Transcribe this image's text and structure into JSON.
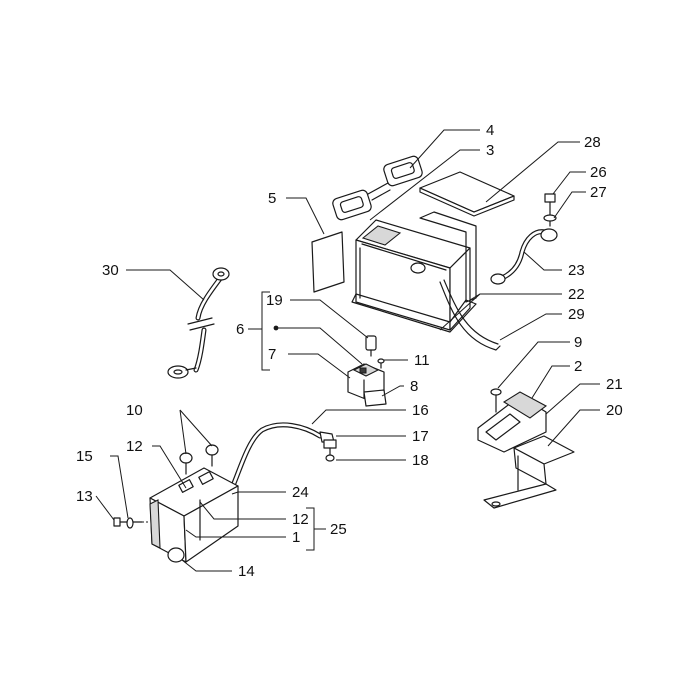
{
  "callouts": [
    {
      "id": "c4",
      "label": "4"
    },
    {
      "id": "c3",
      "label": "3"
    },
    {
      "id": "c28",
      "label": "28"
    },
    {
      "id": "c26",
      "label": "26"
    },
    {
      "id": "c27",
      "label": "27"
    },
    {
      "id": "c5",
      "label": "5"
    },
    {
      "id": "c30",
      "label": "30"
    },
    {
      "id": "c23",
      "label": "23"
    },
    {
      "id": "c22",
      "label": "22"
    },
    {
      "id": "c29",
      "label": "29"
    },
    {
      "id": "c19",
      "label": "19"
    },
    {
      "id": "c6",
      "label": "6"
    },
    {
      "id": "c7",
      "label": "7"
    },
    {
      "id": "c11",
      "label": "11"
    },
    {
      "id": "c8",
      "label": "8"
    },
    {
      "id": "c9",
      "label": "9"
    },
    {
      "id": "c2",
      "label": "2"
    },
    {
      "id": "c21",
      "label": "21"
    },
    {
      "id": "c20",
      "label": "20"
    },
    {
      "id": "c10",
      "label": "10"
    },
    {
      "id": "c16",
      "label": "16"
    },
    {
      "id": "c12a",
      "label": "12"
    },
    {
      "id": "c17",
      "label": "17"
    },
    {
      "id": "c15",
      "label": "15"
    },
    {
      "id": "c18",
      "label": "18"
    },
    {
      "id": "c24",
      "label": "24"
    },
    {
      "id": "c13",
      "label": "13"
    },
    {
      "id": "c12b",
      "label": "12"
    },
    {
      "id": "c25",
      "label": "25"
    },
    {
      "id": "c1",
      "label": "1"
    },
    {
      "id": "c14",
      "label": "14"
    }
  ]
}
